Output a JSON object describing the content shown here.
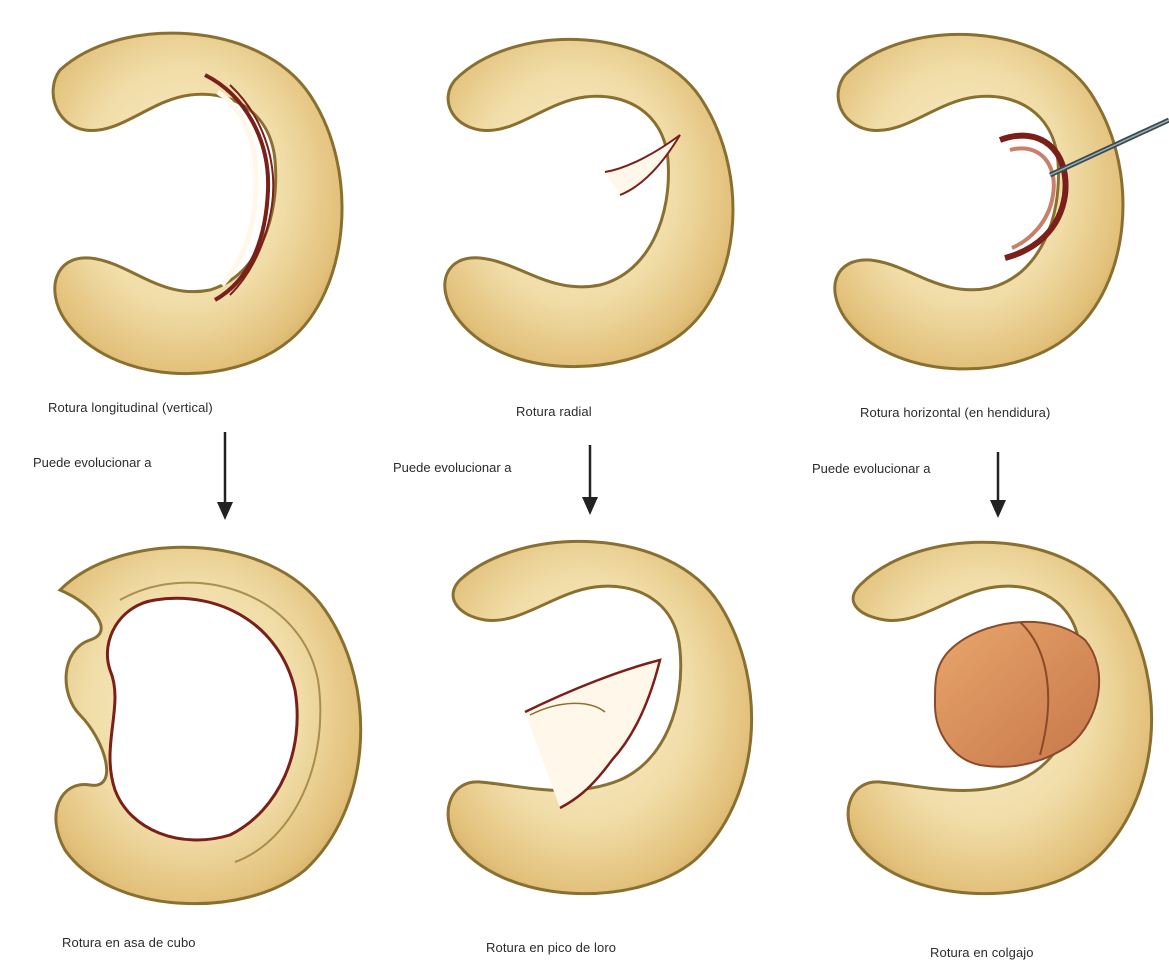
{
  "panels": [
    {
      "id": "longitudinal",
      "caption": "Rotura longitudinal  (vertical)"
    },
    {
      "id": "radial",
      "caption": "Rotura radial"
    },
    {
      "id": "horizontal",
      "caption": "Rotura horizontal (en hendidura)"
    },
    {
      "id": "bucket-handle",
      "caption": "Rotura en asa de cubo"
    },
    {
      "id": "parrot-beak",
      "caption": "Rotura en pico de loro"
    },
    {
      "id": "flap",
      "caption": "Rotura en colgajo"
    }
  ],
  "arrows": [
    {
      "label": "Puede evolucionar a"
    },
    {
      "label": "Puede evolucionar a"
    },
    {
      "label": "Puede evolucionar a"
    }
  ],
  "colors": {
    "meniscus_fill": "#f0dca6",
    "meniscus_outline": "#8a7030",
    "tear": "#7a1f1a",
    "flap": "#d9925a",
    "probe": "#3a4a50"
  }
}
